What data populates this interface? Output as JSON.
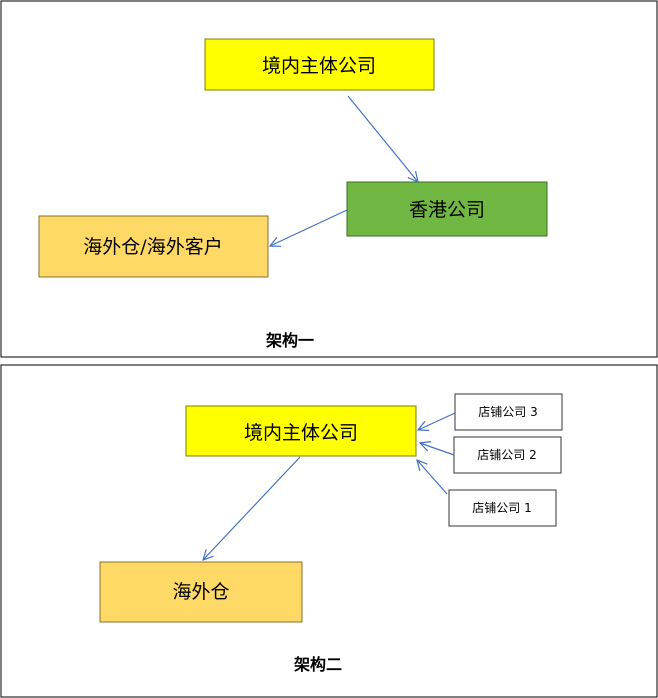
{
  "colors": {
    "yellow": "#ffff00",
    "green": "#70b843",
    "orange": "#ffd966",
    "arrow": "#4472c4"
  },
  "panel1": {
    "title": "架构一",
    "domestic": "境内主体公司",
    "hk": "香港公司",
    "overseas": "海外仓/海外客户"
  },
  "panel2": {
    "title": "架构二",
    "domestic": "境内主体公司",
    "warehouse": "海外仓",
    "stores": [
      "店铺公司 3",
      "店铺公司 2",
      "店铺公司 1"
    ]
  }
}
